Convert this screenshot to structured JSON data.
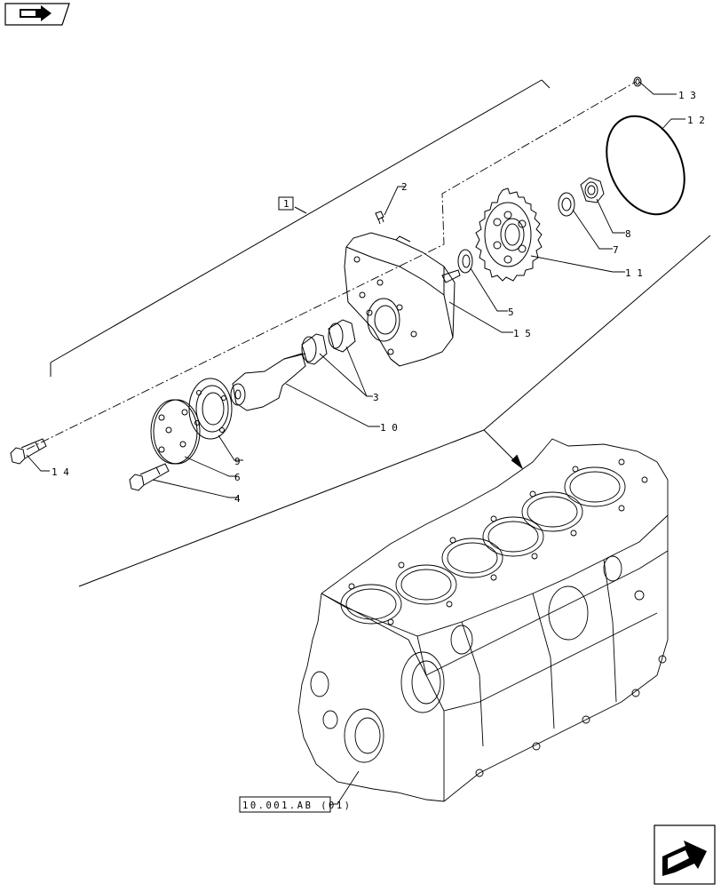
{
  "navigation": {
    "prev_icon": "page-back-arrow-icon",
    "next_icon": "page-forward-arrow-icon"
  },
  "group_label": "1",
  "reference_label": "10.001.AB (01)",
  "callouts": {
    "c2": "2",
    "c3": "3",
    "c4": "4",
    "c5": "5",
    "c6": "6",
    "c7": "7",
    "c8": "8",
    "c9": "9",
    "c10": "10",
    "c11": "11",
    "c12": "12",
    "c13": "13",
    "c14": "14",
    "c15": "15"
  }
}
